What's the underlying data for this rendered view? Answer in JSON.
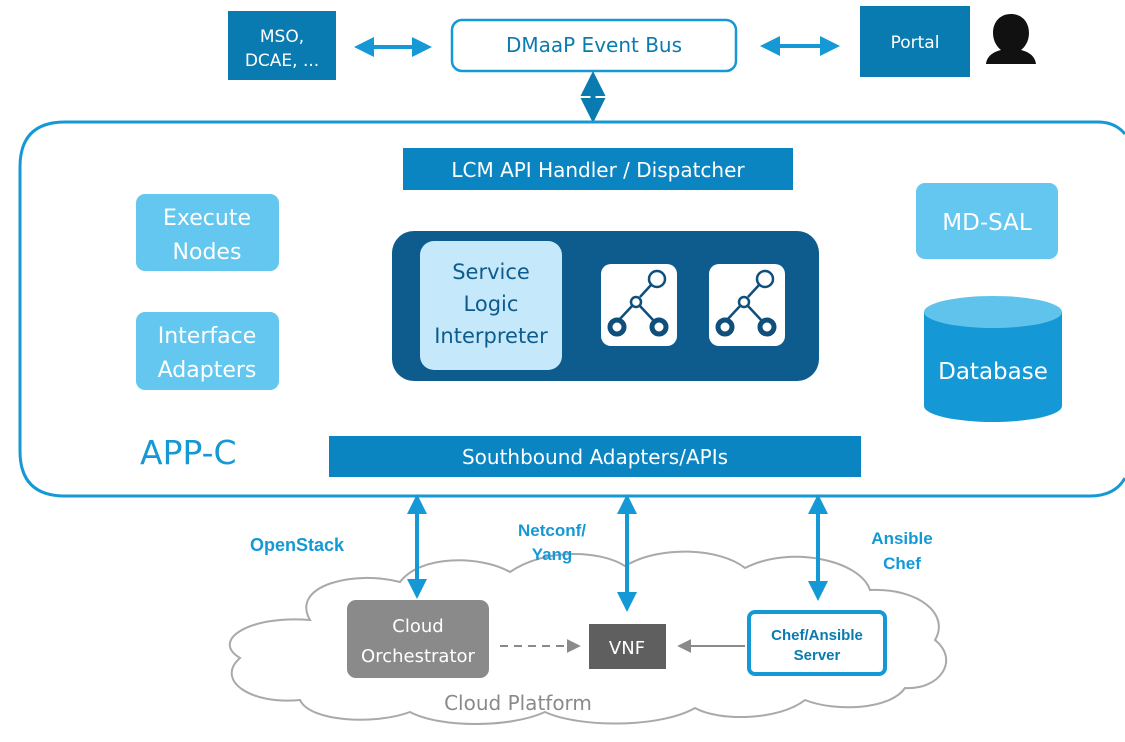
{
  "top": {
    "mso_dcae": [
      "MSO,",
      "DCAE, ..."
    ],
    "event_bus": "DMaaP Event Bus",
    "portal": "Portal"
  },
  "appc": {
    "title": "APP-C",
    "lcm": "LCM API Handler / Dispatcher",
    "execute_nodes": [
      "Execute",
      "Nodes"
    ],
    "interface_adapters": [
      "Interface",
      "Adapters"
    ],
    "sli": [
      "Service",
      "Logic",
      "Interpreter"
    ],
    "mdsal": "MD-SAL",
    "database": "Database",
    "southbound": "Southbound Adapters/APIs"
  },
  "protocols": {
    "openstack": "OpenStack",
    "netconf": [
      "Netconf/",
      "Yang"
    ],
    "ansible_chef": [
      "Ansible",
      "Chef"
    ]
  },
  "cloud": {
    "orchestrator": [
      "Cloud",
      "Orchestrator"
    ],
    "vnf": "VNF",
    "chef_ansible_server": [
      "Chef/Ansible",
      "Server"
    ],
    "platform": "Cloud Platform"
  },
  "icons": {
    "person": "person-icon",
    "graph": "graph-tree-icon"
  },
  "colors": {
    "primary_blue": "#0a7bb0",
    "accent_blue": "#1599d6",
    "light_blue": "#63c7ef",
    "pale_blue": "#c5e9fa",
    "dark_navy": "#0e4f7c",
    "gray_box": "#8a8a8a",
    "dark_gray_box": "#5f5f5f",
    "cloud_gray": "#a9a9a9"
  }
}
